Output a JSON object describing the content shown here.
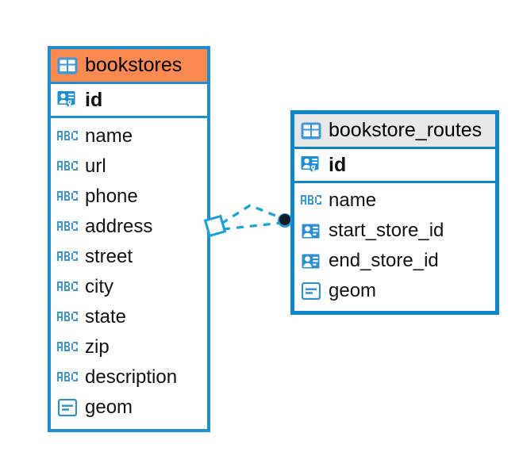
{
  "diagram": {
    "type": "entity-relationship-diagram",
    "background": "#ffffff",
    "colors": {
      "primary_header": "#fa8a50",
      "secondary_header": "#e8e8e8",
      "primary_border": "#1b8fd1",
      "secondary_border": "#0f86c9",
      "icon_blue": "#3d98d6",
      "connector": "#1b9fd8",
      "connector_endpoint": "#111827",
      "text": "#111111"
    }
  },
  "entities": [
    {
      "name": "bookstores",
      "header_label": "bookstores",
      "header_icon": "table-icon",
      "primary_key": {
        "label": "id",
        "icon": "primary-key-icon"
      },
      "fields": [
        {
          "label": "name",
          "icon": "abc-text-icon"
        },
        {
          "label": "url",
          "icon": "abc-text-icon"
        },
        {
          "label": "phone",
          "icon": "abc-text-icon"
        },
        {
          "label": "address",
          "icon": "abc-text-icon"
        },
        {
          "label": "street",
          "icon": "abc-text-icon"
        },
        {
          "label": "city",
          "icon": "abc-text-icon"
        },
        {
          "label": "state",
          "icon": "abc-text-icon"
        },
        {
          "label": "zip",
          "icon": "abc-text-icon"
        },
        {
          "label": "description",
          "icon": "abc-text-icon"
        },
        {
          "label": "geom",
          "icon": "geometry-icon"
        }
      ]
    },
    {
      "name": "bookstore_routes",
      "header_label": "bookstore_routes",
      "header_icon": "table-icon",
      "primary_key": {
        "label": "id",
        "icon": "primary-key-icon"
      },
      "fields": [
        {
          "label": "name",
          "icon": "abc-text-icon"
        },
        {
          "label": "start_store_id",
          "icon": "foreign-key-icon"
        },
        {
          "label": "end_store_id",
          "icon": "foreign-key-icon"
        },
        {
          "label": "geom",
          "icon": "geometry-icon"
        }
      ]
    }
  ],
  "relationship": {
    "from": "bookstores",
    "to": "bookstore_routes",
    "line_style": "dashed",
    "source_marker": "diamond",
    "target_marker": "filled-circle"
  }
}
